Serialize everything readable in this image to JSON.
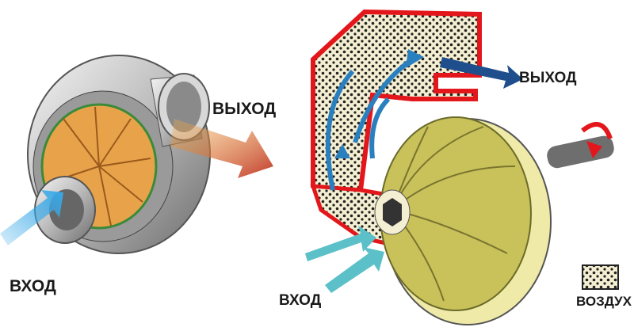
{
  "left_diagram": {
    "outlet_label": "ВЫХОД",
    "inlet_label": "ВХОД"
  },
  "right_diagram": {
    "outlet_label": "ВЫХОД",
    "inlet_label": "ВХОД",
    "legend_label": "ВОЗДУХ"
  },
  "colors": {
    "housing_red": "#e3161b",
    "air_fill": "#f4efd2",
    "impeller_yellow": "#c9c25a",
    "inlet_arrow_left": "#39a9e8",
    "outlet_arrow_left": "#c0392b",
    "flow_arrow_blue": "#2a7fbf",
    "outlet_arrow_navy": "#1f4e8c",
    "inlet_arrow_teal": "#5cc0c8"
  }
}
